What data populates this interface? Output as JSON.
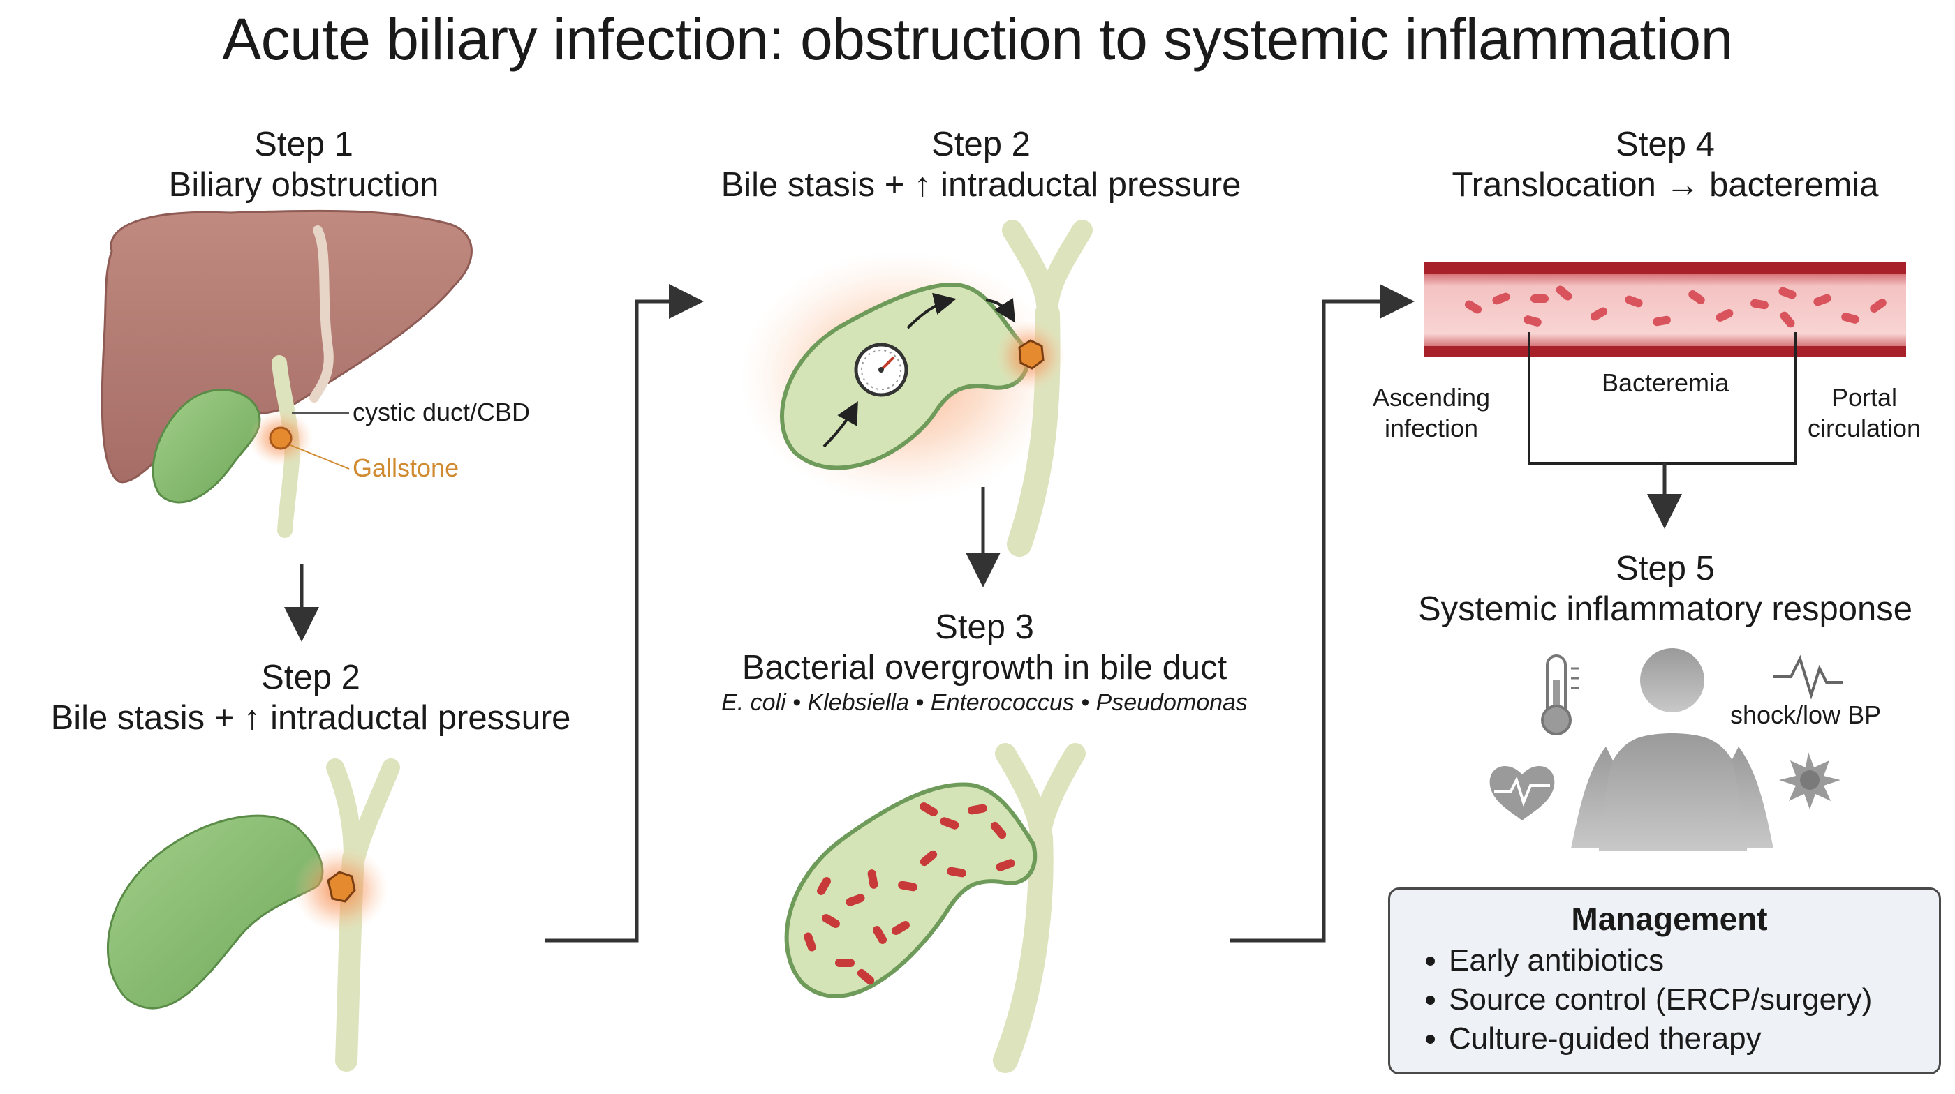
{
  "title": "Acute biliary infection: obstruction to systemic inflammation",
  "step1": {
    "step": "Step 1",
    "caption": "Biliary obstruction",
    "label_duct": "cystic duct/CBD",
    "label_stone": "Gallstone"
  },
  "step2_left": {
    "step": "Step 2",
    "caption": "Bile stasis + ↑ intraductal pressure"
  },
  "step2_center": {
    "step": "Step 2",
    "caption": "Bile stasis + ↑ intraductal pressure"
  },
  "step3": {
    "step": "Step 3",
    "caption": "Bacterial overgrowth in bile duct",
    "organisms": "E. coli • Klebsiella • Enterococcus • Pseudomonas"
  },
  "step4": {
    "step": "Step 4",
    "caption": "Translocation → bacteremia",
    "left_route": [
      "Ascending",
      "infection"
    ],
    "center_route": "Bacteremia",
    "right_route": [
      "Portal",
      "circulation"
    ]
  },
  "step5": {
    "step": "Step 5",
    "caption": "Systemic inflammatory response",
    "shock_label": "shock/low BP",
    "icons": [
      "thermometer-icon",
      "heartbeat-icon",
      "ecg-wave-icon",
      "inflammation-burst-icon",
      "human-silhouette"
    ]
  },
  "management": {
    "title": "Management",
    "items": [
      "Early antibiotics",
      "Source control (ERCP/surgery)",
      "Culture-guided therapy"
    ]
  },
  "colors": {
    "liver": "#b57b73",
    "gallbladder": "#8bbf72",
    "duct": "#dde3bc",
    "stone": "#e58a2e",
    "inflammation": "#f59a62",
    "bacteria": "#c83a3a",
    "vessel": "#c4373f",
    "silhouette": "#9d9d9d"
  }
}
